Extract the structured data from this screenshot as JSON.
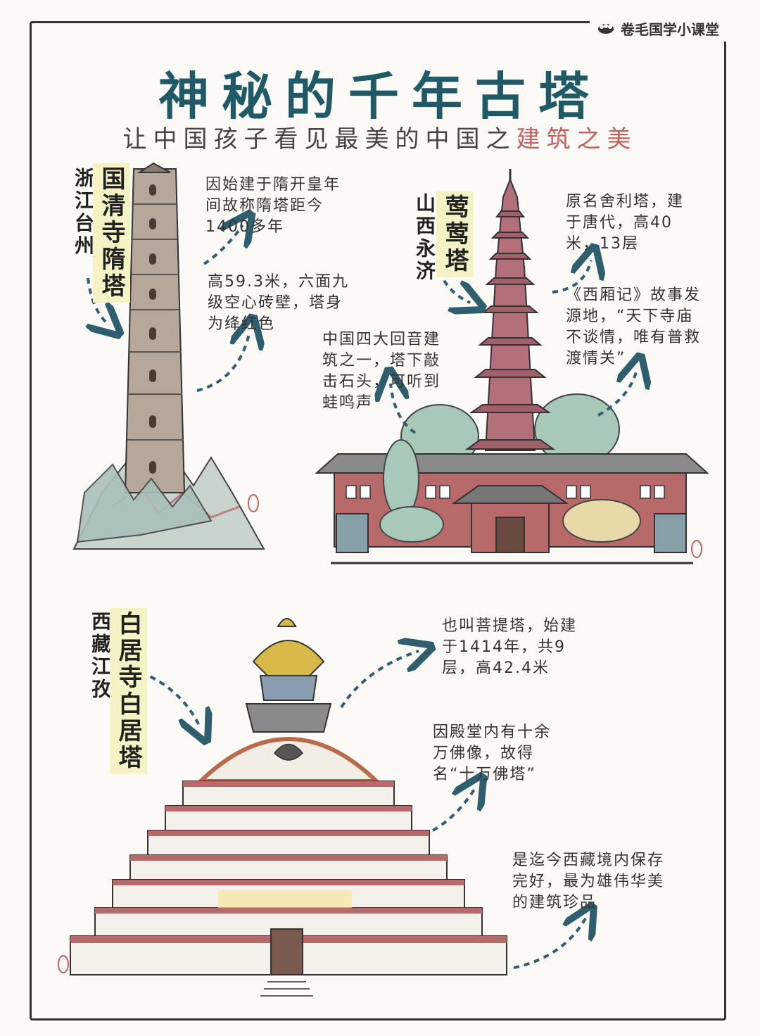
{
  "brand": {
    "text": "卷毛国学小课堂",
    "icon": "sheep-icon"
  },
  "title": "神秘的千年古塔",
  "subtitle": {
    "main": "让中国孩子看见最美的中国之",
    "highlight": "建筑之美"
  },
  "towers": [
    {
      "place": "浙江台州",
      "name": "国清寺隋塔",
      "notes": [
        "因始建于隋开皇年间故称隋塔距今1400多年",
        "高59.3米，六面九级空心砖壁，塔身为绛红色"
      ]
    },
    {
      "place": "山西永济",
      "name": "莺莺塔",
      "notes": [
        "原名舍利塔，建于唐代，高40米，13层",
        "《西厢记》故事发源地，“天下寺庙不谈情，唯有普救渡情关”",
        "中国四大回音建筑之一，塔下敲击石头，可听到蛙鸣声"
      ]
    },
    {
      "place": "西藏江孜",
      "name": "白居寺白居塔",
      "notes": [
        "也叫菩提塔，始建于1414年，共9层，高42.4米",
        "因殿堂内有十余万佛像，故得名“十万佛塔”",
        "是迄今西藏境内保存完好，最为雄伟华美的建筑珍品"
      ]
    }
  ],
  "colors": {
    "title": "#1f5a66",
    "highlight": "#c46060",
    "arrow": "#2f5f6e",
    "tower_red": "#b4707a",
    "stone": "#a79a8c"
  }
}
